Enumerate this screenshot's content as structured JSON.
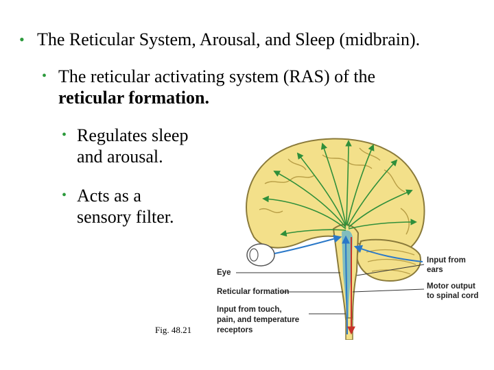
{
  "bullets": {
    "level1": "The Reticular System, Arousal, and Sleep (midbrain).",
    "level2_text": "The reticular activating system (RAS) of the",
    "level2_bold": "reticular formation.",
    "level3a_line1": "Regulates sleep",
    "level3a_line2": "and arousal.",
    "level3b_line1": "Acts as a",
    "level3b_line2": "sensory filter."
  },
  "figure": {
    "caption": "Fig. 48.21",
    "labels": {
      "eye": "Eye",
      "reticular_formation": "Reticular formation",
      "input_touch_1": "Input from touch,",
      "input_touch_2": "pain, and temperature",
      "input_touch_3": "receptors",
      "input_ears_1": "Input from",
      "input_ears_2": "ears",
      "motor_output_1": "Motor output",
      "motor_output_2": "to spinal cord"
    }
  },
  "colors": {
    "bullet": "#2c9a3c",
    "brain_fill": "#f3e08a",
    "brain_outline": "#8a7a3a",
    "arrow_green": "#2f8f3a",
    "arrow_blue": "#2a78c8",
    "arrow_red": "#c8322a",
    "stem_teal": "#6cb6c6"
  }
}
